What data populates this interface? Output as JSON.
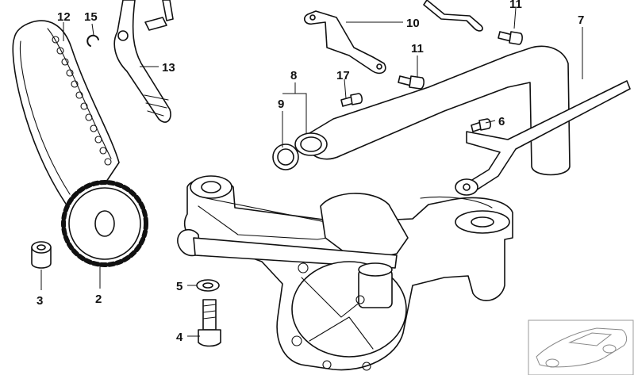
{
  "callouts": {
    "c1": "2",
    "c2": "3",
    "c3": "4",
    "c4": "5",
    "c5": "6",
    "c6": "7",
    "c7": "8",
    "c8": "9",
    "c9": "10",
    "c10": "11",
    "c11": "11",
    "c12": "12",
    "c13": "13",
    "c14": "15",
    "c15": "17"
  },
  "thumbnail": {
    "icon": "vehicle-thumbnail-icon"
  }
}
